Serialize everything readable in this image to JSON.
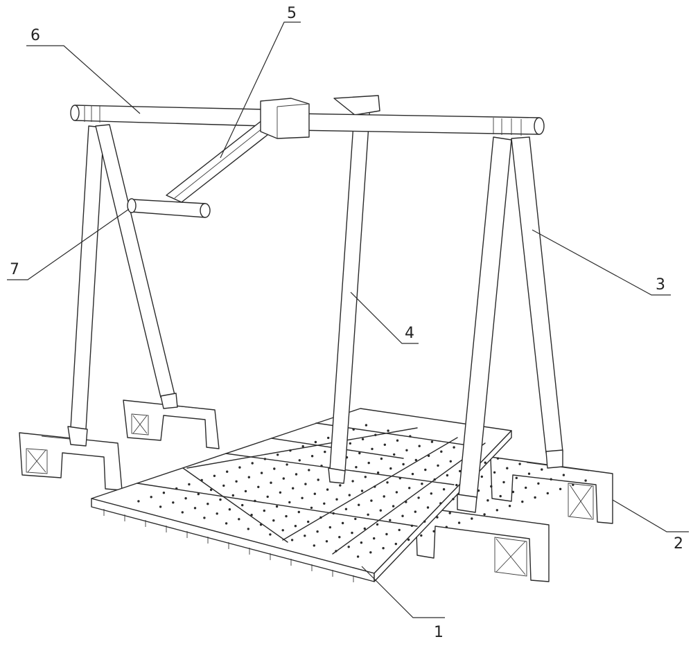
{
  "labels": [
    {
      "id": "1",
      "text": "1"
    },
    {
      "id": "2",
      "text": "2"
    },
    {
      "id": "3",
      "text": "3"
    },
    {
      "id": "4",
      "text": "4"
    },
    {
      "id": "5",
      "text": "5"
    },
    {
      "id": "6",
      "text": "6"
    },
    {
      "id": "7",
      "text": "7"
    }
  ],
  "colors": {
    "line": "#2a2a2a",
    "background": "#ffffff"
  }
}
